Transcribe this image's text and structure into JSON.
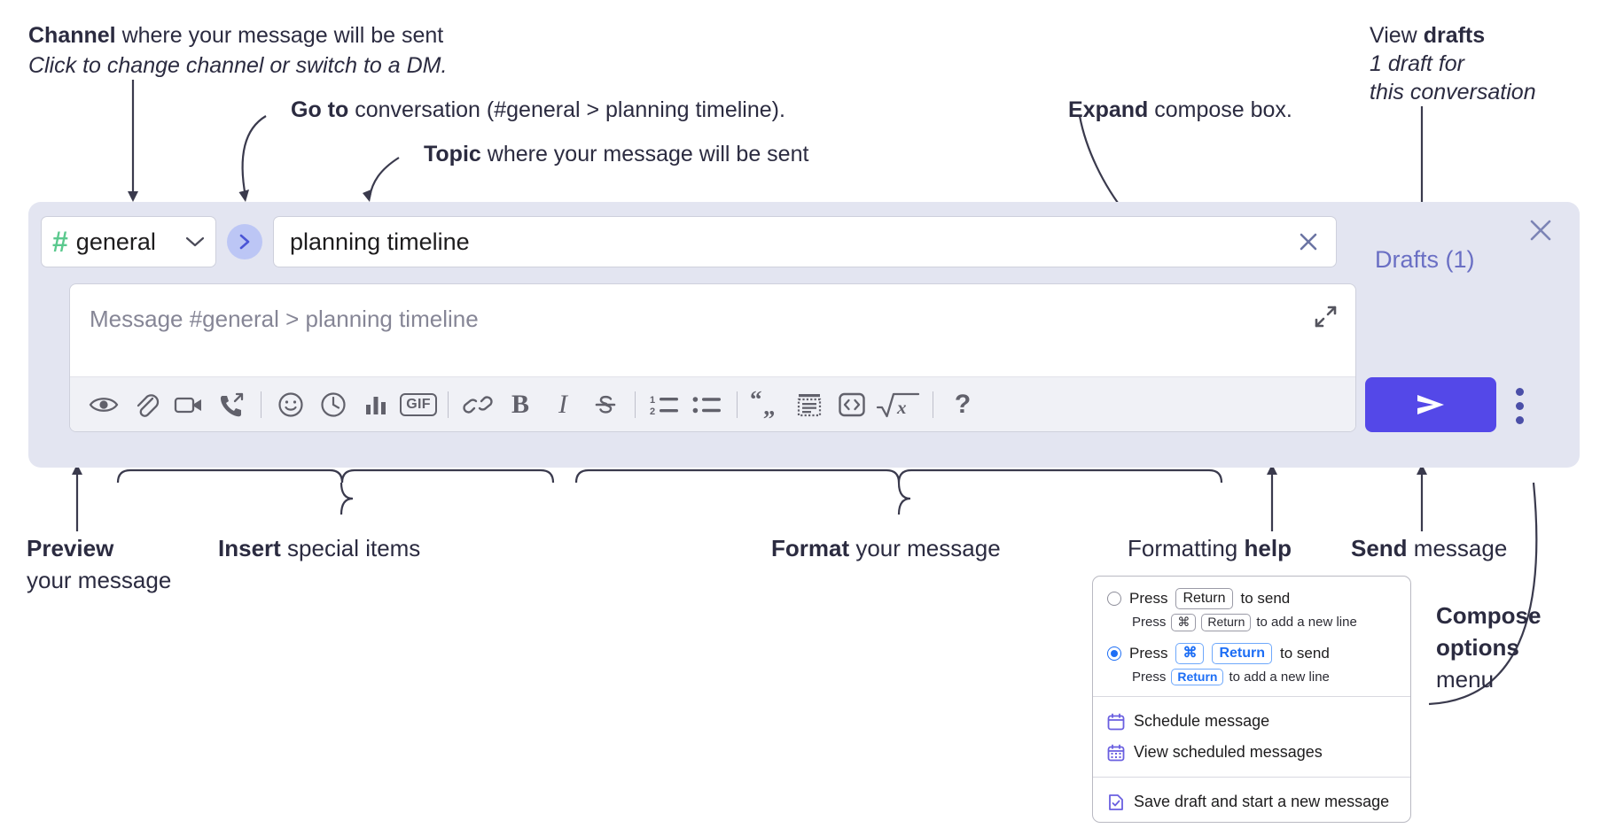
{
  "annotations": {
    "channel": {
      "bold": "Channel",
      "rest": " where your message will be sent",
      "italic": "Click to change channel or switch to a DM."
    },
    "goto": {
      "bold": "Go to",
      "rest": " conversation (#general > planning timeline)."
    },
    "topic": {
      "bold": "Topic",
      "rest": " where your message will be sent"
    },
    "expand": {
      "bold": "Expand",
      "rest": " compose box."
    },
    "drafts": {
      "pre": "View ",
      "bold": "drafts",
      "italic1": "1 draft for",
      "italic2": "this conversation"
    },
    "preview": {
      "bold": "Preview",
      "rest": "your message"
    },
    "insert": {
      "bold": "Insert",
      "rest": " special items"
    },
    "format": {
      "bold": "Format",
      "rest": " your message"
    },
    "help": {
      "pre": "Formatting ",
      "bold": "help"
    },
    "send": {
      "bold": "Send",
      "rest": " message"
    },
    "compose_options": {
      "bold1": "Compose",
      "bold2": "options",
      "rest": "menu"
    }
  },
  "compose": {
    "channel": {
      "hash": "#",
      "name": "general",
      "chevron_icon": "chevron-down-icon"
    },
    "goto_icon": "chevron-right-icon",
    "topic": {
      "value": "planning timeline",
      "clear_icon": "close-icon"
    },
    "message": {
      "placeholder": "Message #general > planning timeline",
      "expand_icon": "expand-icon"
    },
    "toolbar": [
      {
        "name": "preview-icon",
        "label": "Preview"
      },
      {
        "name": "attachment-icon",
        "label": "Attach file"
      },
      {
        "name": "video-icon",
        "label": "Record video clip"
      },
      {
        "name": "call-icon",
        "label": "Huddle"
      },
      {
        "name": "emoji-icon",
        "label": "Emoji"
      },
      {
        "name": "clock-icon",
        "label": "Reminder"
      },
      {
        "name": "poll-icon",
        "label": "Poll"
      },
      {
        "name": "gif-icon",
        "label": "GIF"
      },
      {
        "name": "link-icon",
        "label": "Link"
      },
      {
        "name": "bold-icon",
        "label": "B"
      },
      {
        "name": "italic-icon",
        "label": "I"
      },
      {
        "name": "strikethrough-icon",
        "label": "S"
      },
      {
        "name": "ordered-list-icon",
        "label": "Ordered list"
      },
      {
        "name": "bulleted-list-icon",
        "label": "Bulleted list"
      },
      {
        "name": "blockquote-icon",
        "label": "Blockquote"
      },
      {
        "name": "code-block-icon",
        "label": "Code block"
      },
      {
        "name": "code-icon",
        "label": "Code"
      },
      {
        "name": "math-icon",
        "label": "Math"
      },
      {
        "name": "help-icon",
        "label": "?"
      }
    ],
    "drafts_label": "Drafts (1)",
    "close_icon": "close-icon",
    "send_icon": "send-icon",
    "options_icon": "kebab-menu-icon"
  },
  "menu": {
    "options": [
      {
        "selected": false,
        "prefix": "Press",
        "keys": [
          "Return"
        ],
        "suffix": "to send",
        "sub_prefix": "Press",
        "sub_keys": [
          "⌘",
          "Return"
        ],
        "sub_suffix": "to add a new line"
      },
      {
        "selected": true,
        "prefix": "Press",
        "keys": [
          "⌘",
          "Return"
        ],
        "suffix": "to send",
        "sub_prefix": "Press",
        "sub_keys": [
          "Return"
        ],
        "sub_suffix": "to add a new line"
      }
    ],
    "items": [
      {
        "icon": "calendar-icon",
        "label": "Schedule message"
      },
      {
        "icon": "calendar-grid-icon",
        "label": "View scheduled messages"
      },
      {
        "icon": "save-draft-icon",
        "label": "Save draft and start a new message"
      }
    ]
  },
  "colors": {
    "panel_bg": "#e3e5f1",
    "accent_purple": "#5448e8",
    "hash_green": "#5bc98e",
    "goto_blue": "#4a55d6",
    "drafts_text": "#6a6fc4",
    "key_blue": "#1d6ef5",
    "text_dark": "#2b2b40"
  }
}
